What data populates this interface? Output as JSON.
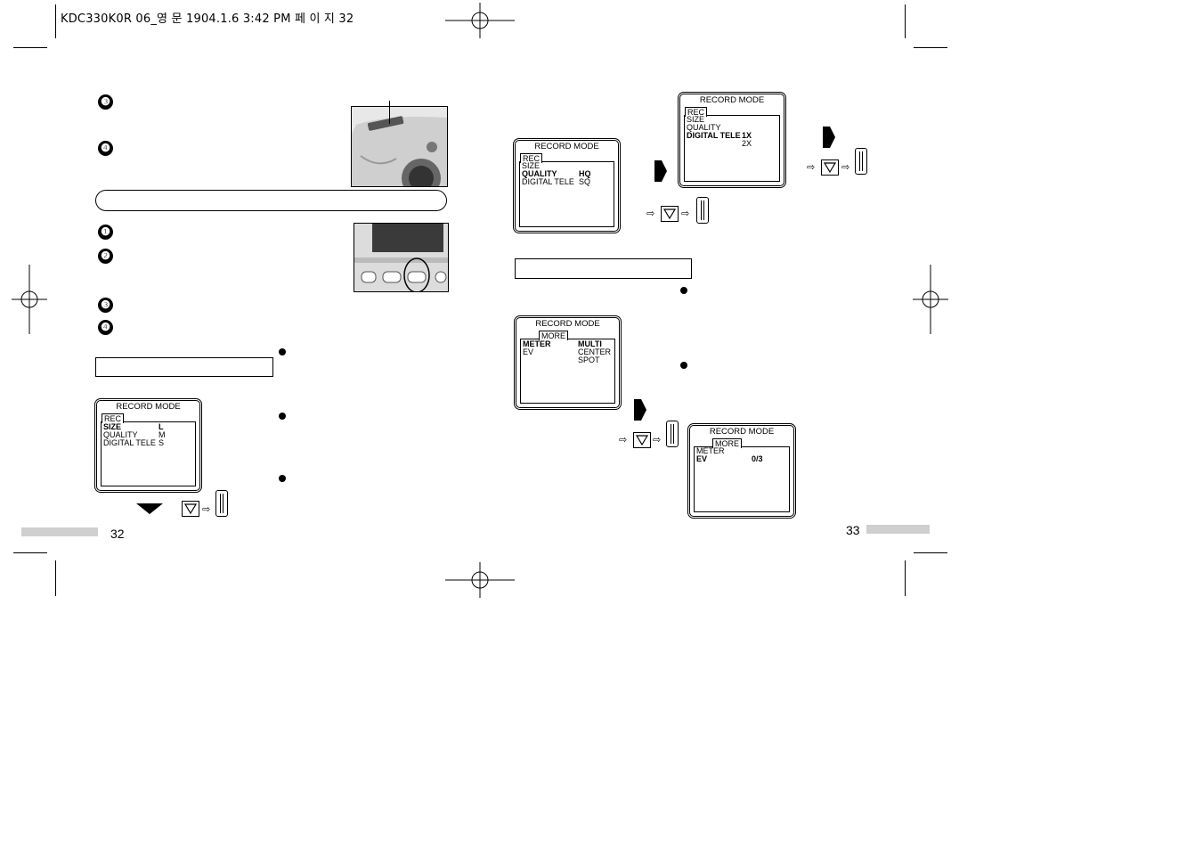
{
  "header": {
    "text": "KDC330K0R 06_영 문  1904.1.6 3:42 PM  페 이 지 32"
  },
  "left_page": {
    "steps_top": [
      "❸",
      "❹"
    ],
    "steps_mid": [
      "❶",
      "❷",
      "❸",
      "❹"
    ],
    "page_number": "32",
    "screen_size": {
      "title": "RECORD MODE",
      "tab": "REC",
      "rows": [
        {
          "label": "SIZE",
          "value": "L",
          "bold": true
        },
        {
          "label": "QUALITY",
          "value": "M",
          "bold": false
        },
        {
          "label": "DIGITAL TELE",
          "value": "S",
          "bold": false
        }
      ]
    }
  },
  "right_page": {
    "page_number": "33",
    "screen_quality": {
      "title": "RECORD MODE",
      "tab": "REC",
      "rows": [
        {
          "label": "SIZE",
          "value": "",
          "bold": false
        },
        {
          "label": "QUALITY",
          "value": "HQ",
          "bold": true
        },
        {
          "label": "DIGITAL TELE",
          "value": "SQ",
          "bold": false
        }
      ]
    },
    "screen_tele": {
      "title": "RECORD MODE",
      "tab": "REC",
      "rows": [
        {
          "label": "SIZE",
          "value": "",
          "bold": false
        },
        {
          "label": "QUALITY",
          "value": "",
          "bold": false
        },
        {
          "label": "DIGITAL TELE",
          "value": "1X",
          "bold": true
        },
        {
          "label": "",
          "value": "2X",
          "bold": false
        }
      ]
    },
    "screen_meter": {
      "title": "RECORD MODE",
      "tab": "MORE",
      "rows": [
        {
          "label": "METER",
          "value": "MULTI",
          "bold": true
        },
        {
          "label": "EV",
          "value": "CENTER",
          "bold": false
        },
        {
          "label": "",
          "value": "SPOT",
          "bold": false
        }
      ]
    },
    "screen_ev": {
      "title": "RECORD MODE",
      "tab": "MORE",
      "rows": [
        {
          "label": "METER",
          "value": "",
          "bold": false
        },
        {
          "label": "EV",
          "value": "0/3",
          "bold": true
        }
      ]
    }
  },
  "icons": {
    "arrow": "right-arrow-icon",
    "down_arrow": "down-arrow-icon",
    "hollow_arrow": "hollow-right-arrow-icon",
    "down_button": "down-triangle-button-icon",
    "wheel": "jog-wheel-icon"
  },
  "colors": {
    "gray_bar": "#cfcfcf"
  }
}
